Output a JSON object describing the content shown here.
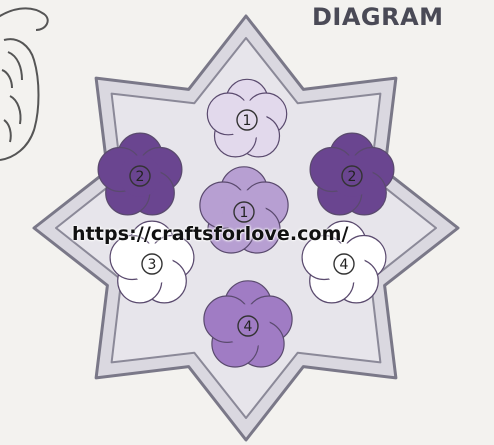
{
  "header": {
    "title": "DIAGRAM"
  },
  "watermark": {
    "url": "https://craftsforlove.com/"
  },
  "colors": {
    "background": "#f3f2ef",
    "star_fill": "#d9d7e0",
    "star_inner_fill": "#e6e4ea",
    "star_outline": "#7a7888",
    "lightest_lavender": "#e2d9ec",
    "light_purple": "#b79fd2",
    "medium_purple": "#a07cc4",
    "dark_purple": "#6a4590",
    "white": "#ffffff",
    "petal_outline": "#5a4a6e"
  },
  "flowers": [
    {
      "id": "top",
      "number": "1",
      "color": "#e2d9ec"
    },
    {
      "id": "left",
      "number": "2",
      "color": "#6a4590"
    },
    {
      "id": "right",
      "number": "2",
      "color": "#6a4590"
    },
    {
      "id": "center",
      "number": "1",
      "color": "#b79fd2"
    },
    {
      "id": "lower-left",
      "number": "3",
      "color": "#ffffff"
    },
    {
      "id": "lower-right",
      "number": "4",
      "color": "#ffffff"
    },
    {
      "id": "bottom",
      "number": "4",
      "color": "#a07cc4"
    }
  ]
}
